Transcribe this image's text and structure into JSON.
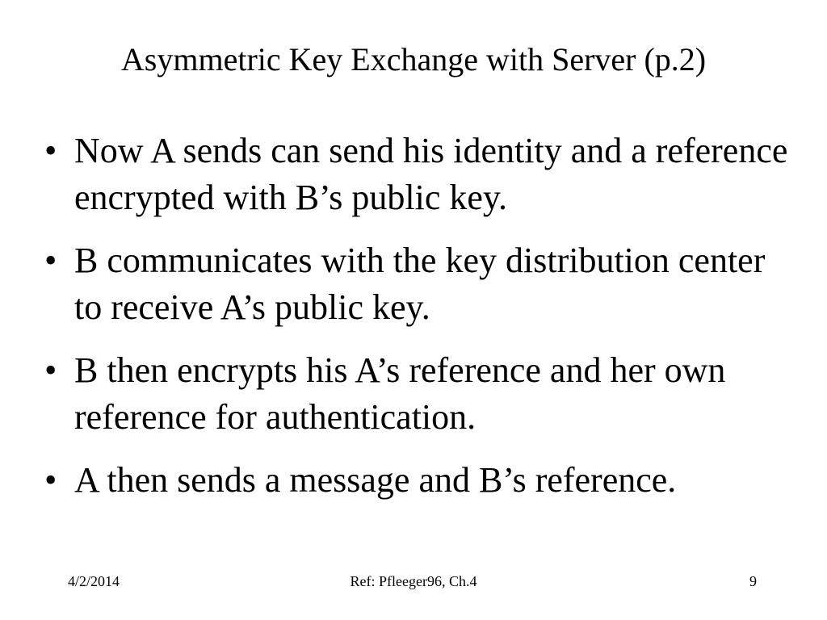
{
  "slide": {
    "title": "Asymmetric Key Exchange with Server (p.2)",
    "bullets": [
      {
        "text": "Now A sends can send his identity and a reference encrypted with B’s public key."
      },
      {
        "text": "B communicates with the key distribution center to receive A’s public key."
      },
      {
        "text": "B then encrypts his A’s reference and her own reference for authentication."
      },
      {
        "text": "A then sends a message and B’s reference."
      }
    ],
    "bullet_symbol": "•",
    "footer": {
      "date": "4/2/2014",
      "reference": "Ref:  Pfleeger96, Ch.4",
      "page_number": "9"
    }
  }
}
